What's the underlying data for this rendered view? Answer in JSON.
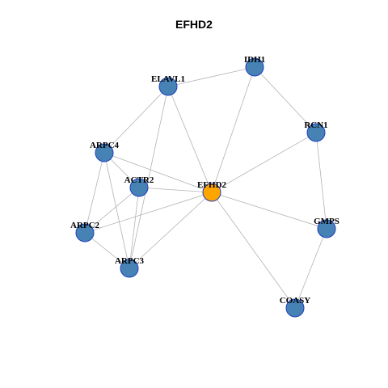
{
  "title": "EFHD2",
  "colors": {
    "hub_fill": "#FFA500",
    "node_fill": "#4682B4",
    "node_stroke": "#1F3FBF",
    "edge": "#B3B3B3",
    "background": "#FFFFFF"
  },
  "network": {
    "hub": "EFHD2",
    "nodes": [
      {
        "id": "EFHD2",
        "label": "EFHD2",
        "type": "hub"
      },
      {
        "id": "IDH1",
        "label": "IDH1",
        "type": "neighbor"
      },
      {
        "id": "ELAVL1",
        "label": "ELAVL1",
        "type": "neighbor"
      },
      {
        "id": "RCN1",
        "label": "RCN1",
        "type": "neighbor"
      },
      {
        "id": "ARPC4",
        "label": "ARPC4",
        "type": "neighbor"
      },
      {
        "id": "ACTR2",
        "label": "ACTR2",
        "type": "neighbor"
      },
      {
        "id": "ARPC2",
        "label": "ARPC2",
        "type": "neighbor"
      },
      {
        "id": "GMPS",
        "label": "GMPS",
        "type": "neighbor"
      },
      {
        "id": "ARPC3",
        "label": "ARPC3",
        "type": "neighbor"
      },
      {
        "id": "COASY",
        "label": "COASY",
        "type": "neighbor"
      }
    ],
    "edges": [
      [
        "EFHD2",
        "IDH1"
      ],
      [
        "EFHD2",
        "ELAVL1"
      ],
      [
        "EFHD2",
        "RCN1"
      ],
      [
        "EFHD2",
        "ARPC4"
      ],
      [
        "EFHD2",
        "ACTR2"
      ],
      [
        "EFHD2",
        "ARPC2"
      ],
      [
        "EFHD2",
        "ARPC3"
      ],
      [
        "EFHD2",
        "GMPS"
      ],
      [
        "EFHD2",
        "COASY"
      ],
      [
        "ELAVL1",
        "IDH1"
      ],
      [
        "IDH1",
        "RCN1"
      ],
      [
        "RCN1",
        "GMPS"
      ],
      [
        "GMPS",
        "COASY"
      ],
      [
        "ELAVL1",
        "ARPC4"
      ],
      [
        "ELAVL1",
        "ARPC3"
      ],
      [
        "ARPC4",
        "ACTR2"
      ],
      [
        "ARPC4",
        "ARPC2"
      ],
      [
        "ARPC4",
        "ARPC3"
      ],
      [
        "ACTR2",
        "ARPC2"
      ],
      [
        "ACTR2",
        "ARPC3"
      ],
      [
        "ARPC2",
        "ARPC3"
      ]
    ]
  }
}
